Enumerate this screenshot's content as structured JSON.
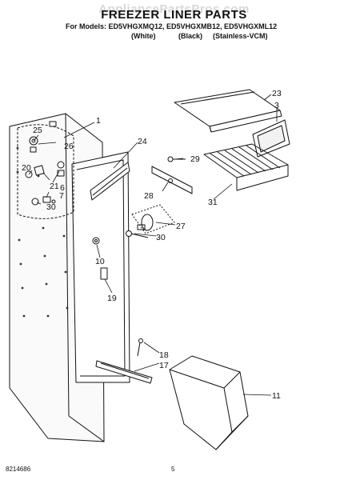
{
  "header": {
    "title": "FREEZER LINER PARTS",
    "watermark": "AppliancePartsPros.com",
    "for_models_label": "For Models:",
    "models": "ED5VHGXMQ12, ED5VHGXMB12, ED5VHGXML12",
    "color_white": "(White)",
    "color_black": "(Black)",
    "color_stainless": "(Stainless-VCM)"
  },
  "callouts": {
    "c1": "1",
    "c3": "3",
    "c6": "6",
    "c7": "7",
    "c10": "10",
    "c11": "11",
    "c17": "17",
    "c18": "18",
    "c19": "19",
    "c20": "20",
    "c21": "21",
    "c23": "23",
    "c24": "24",
    "c25": "25",
    "c26": "26",
    "c27": "27",
    "c28": "28",
    "c29": "29",
    "c30a": "30",
    "c30b": "30",
    "c31": "31"
  },
  "footer": {
    "part_number": "8214686",
    "page_number": "5"
  }
}
